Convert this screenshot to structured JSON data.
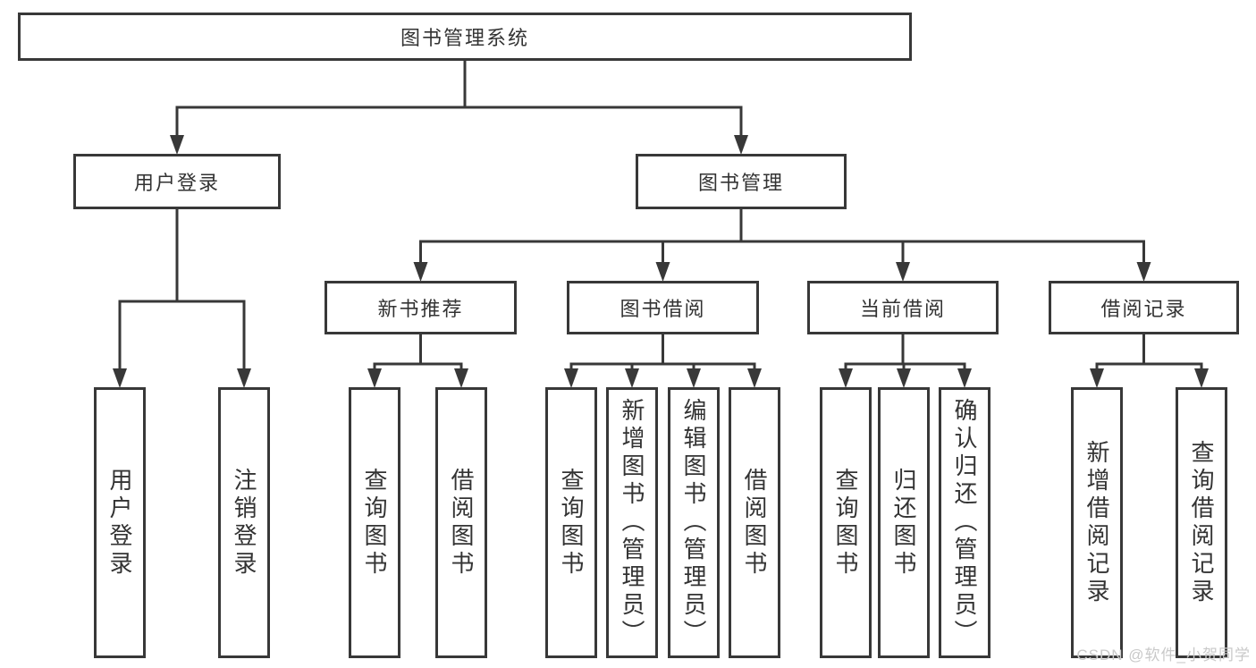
{
  "diagram": {
    "type": "tree",
    "title": "图书管理系统",
    "watermark": "CSDN @软件_小贺同学",
    "colors": {
      "line": "#383838",
      "border": "#383838",
      "text": "#333333",
      "background": "#ffffff",
      "watermark": "#c9c9c9"
    },
    "nodes": [
      {
        "id": "root",
        "label": "图书管理系统",
        "parent": null
      },
      {
        "id": "user-login",
        "label": "用户登录",
        "parent": "root"
      },
      {
        "id": "book-mgmt",
        "label": "图书管理",
        "parent": "root"
      },
      {
        "id": "leaf-user-login",
        "label": "用户登录",
        "parent": "user-login"
      },
      {
        "id": "leaf-logout",
        "label": "注销登录",
        "parent": "user-login"
      },
      {
        "id": "new-rec",
        "label": "新书推荐",
        "parent": "book-mgmt"
      },
      {
        "id": "book-borrow",
        "label": "图书借阅",
        "parent": "book-mgmt"
      },
      {
        "id": "current-borrow",
        "label": "当前借阅",
        "parent": "book-mgmt"
      },
      {
        "id": "borrow-records",
        "label": "借阅记录",
        "parent": "book-mgmt"
      },
      {
        "id": "rec-query-book",
        "label": "查询图书",
        "parent": "new-rec"
      },
      {
        "id": "rec-borrow-book",
        "label": "借阅图书",
        "parent": "new-rec"
      },
      {
        "id": "bb-query-book",
        "label": "查询图书",
        "parent": "book-borrow"
      },
      {
        "id": "bb-add-book",
        "label": "新增图书（管理员）",
        "parent": "book-borrow"
      },
      {
        "id": "bb-edit-book",
        "label": "编辑图书（管理员）",
        "parent": "book-borrow"
      },
      {
        "id": "bb-borrow-book",
        "label": "借阅图书",
        "parent": "book-borrow"
      },
      {
        "id": "cb-query-book",
        "label": "查询图书",
        "parent": "current-borrow"
      },
      {
        "id": "cb-return-book",
        "label": "归还图书",
        "parent": "current-borrow"
      },
      {
        "id": "cb-confirm-return",
        "label": "确认归还（管理员）",
        "parent": "current-borrow"
      },
      {
        "id": "br-add-record",
        "label": "新增借阅记录",
        "parent": "borrow-records"
      },
      {
        "id": "br-query-record",
        "label": "查询借阅记录",
        "parent": "borrow-records"
      }
    ]
  }
}
